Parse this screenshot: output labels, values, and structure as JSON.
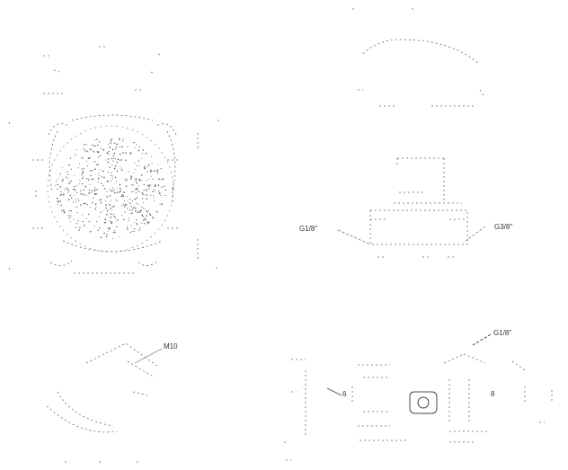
{
  "drawing": {
    "views": [
      {
        "id": "front-view",
        "description_hidden": true
      },
      {
        "id": "side-view"
      },
      {
        "id": "bottom-view"
      },
      {
        "id": "detail-view"
      }
    ],
    "thread_labels": {
      "left_port": "G1/8\"",
      "right_port": "G3/8\"",
      "top_port": "G1/8\"",
      "mount_thread": "M10"
    },
    "dimension_marks": {
      "detail_left_code": "6",
      "detail_right_code": "8"
    },
    "colors": {
      "line": "#4a4a4a",
      "fine": "#8a8a8a",
      "dots": "#555555"
    }
  }
}
